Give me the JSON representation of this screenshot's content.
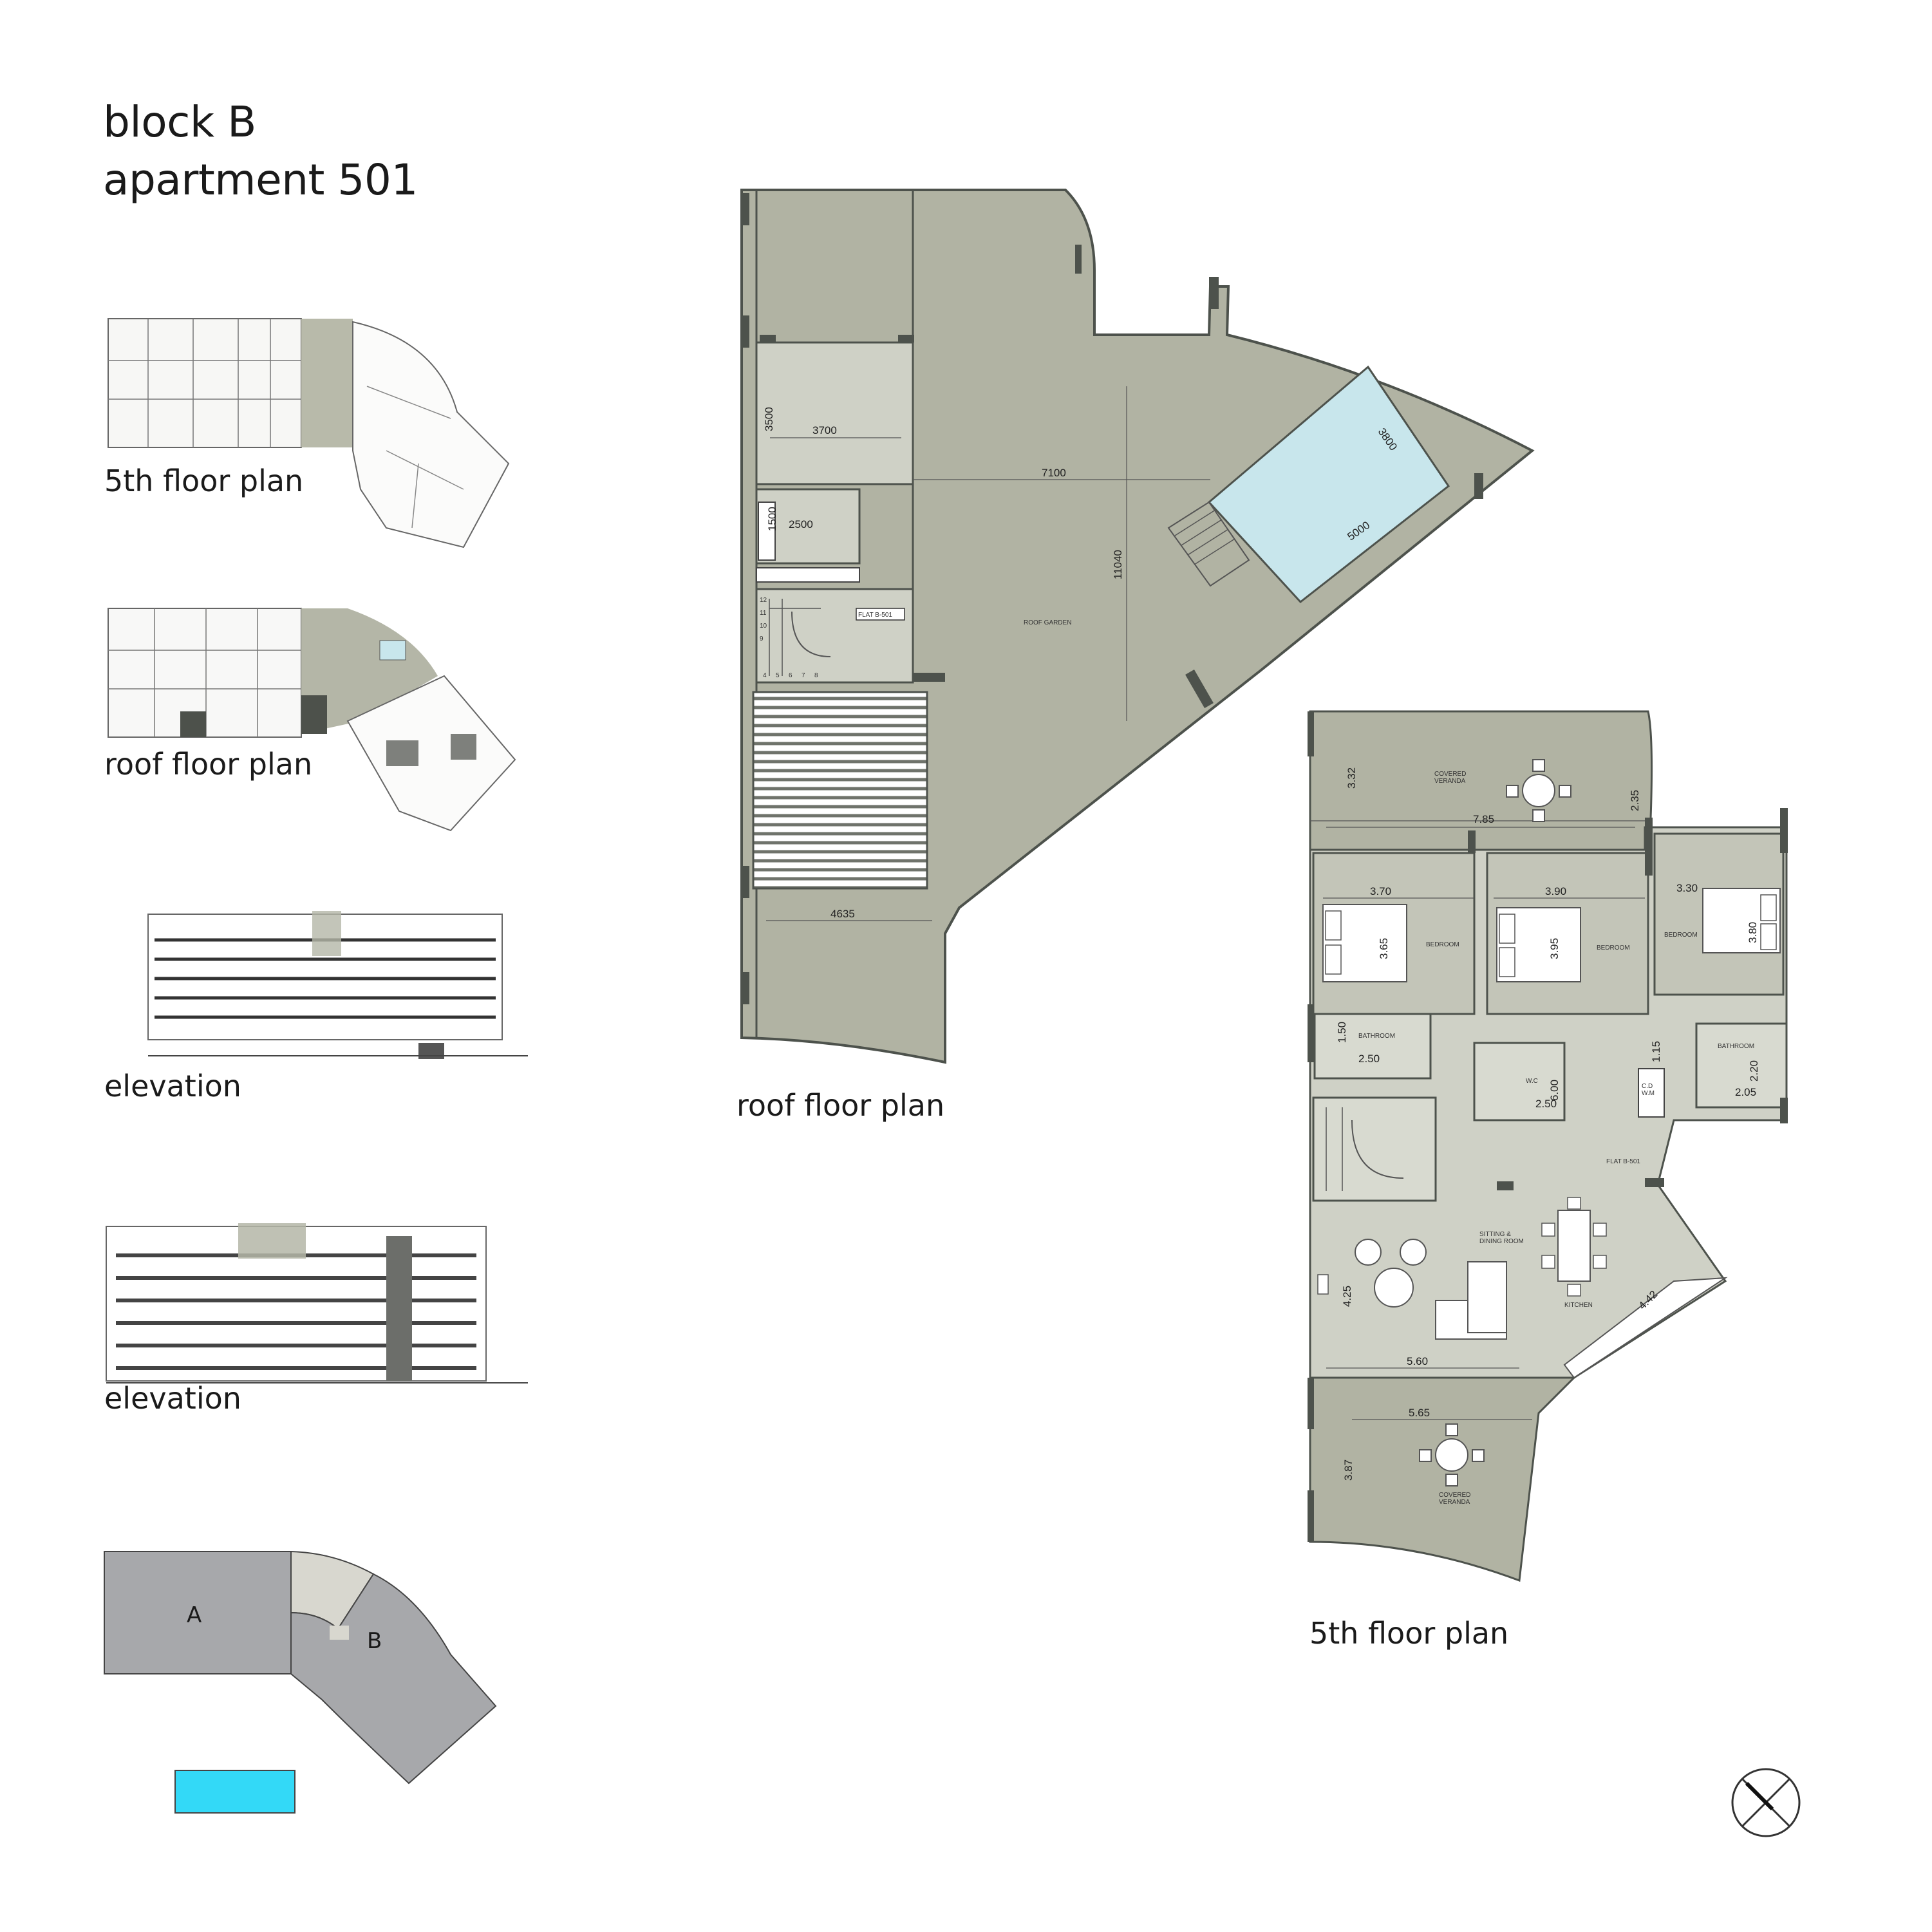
{
  "header": {
    "title_line1": "block B",
    "title_line2": "apartment 501"
  },
  "thumbnails": {
    "fifth_floor_caption": "5th floor plan",
    "roof_floor_caption": "roof floor plan",
    "elevation1_caption": "elevation",
    "elevation2_caption": "elevation"
  },
  "roof_plan": {
    "caption": "roof floor plan",
    "room_roof_garden": "ROOF GARDEN",
    "flat_tag": "FLAT B-501",
    "dims": {
      "d3500": "3500",
      "d3700": "3700",
      "d7100": "7100",
      "d11040": "11040",
      "d3800": "3800",
      "d5000": "5000",
      "d1500": "1500",
      "d2500": "2500",
      "d4635": "4635"
    },
    "stair_steps": [
      "12",
      "11",
      "10",
      "9"
    ],
    "stair_bottom": [
      "4",
      "5",
      "6",
      "7",
      "8"
    ]
  },
  "fifth_plan": {
    "caption": "5th floor plan",
    "rooms": {
      "covered_veranda_top": "COVERED\nVERANDA",
      "bedroom1": "BEDROOM",
      "bedroom2": "BEDROOM",
      "bedroom3": "BEDROOM",
      "bathroom1": "BATHROOM",
      "bathroom2": "BATHROOM",
      "wc": "W.C",
      "cd_wm": "C.D\nW.M",
      "flat_tag": "FLAT B-501",
      "sitting": "SITTING &\nDINING ROOM",
      "kitchen": "KITCHEN",
      "covered_veranda_bottom": "COVERED\nVERANDA"
    },
    "dims": {
      "d332": "3.32",
      "d785": "7.85",
      "d235": "2.35",
      "d370": "3.70",
      "d390": "3.90",
      "d330": "3.30",
      "d365": "3.65",
      "d395": "3.95",
      "d380": "3.80",
      "d150": "1.50",
      "d250a": "2.50",
      "d115": "1.15",
      "d220": "2.20",
      "d205": "2.05",
      "d250b": "2.50",
      "d600": "6.00",
      "d425": "4.25",
      "d560": "5.60",
      "d442": "4.42",
      "d565": "5.65",
      "d387": "3.87"
    }
  },
  "key_plan": {
    "block_a": "A",
    "block_b": "B"
  },
  "colors": {
    "plan_fill": "#b1b3a3",
    "room_fill": "#cfd1c6",
    "pool": "#c8e6ec",
    "wall": "#4d524c",
    "key_dark": "#a7a8ab",
    "key_light": "#d8d7cf",
    "key_pool": "#33d9f7"
  },
  "icons": {
    "north": "north-arrow-icon"
  }
}
